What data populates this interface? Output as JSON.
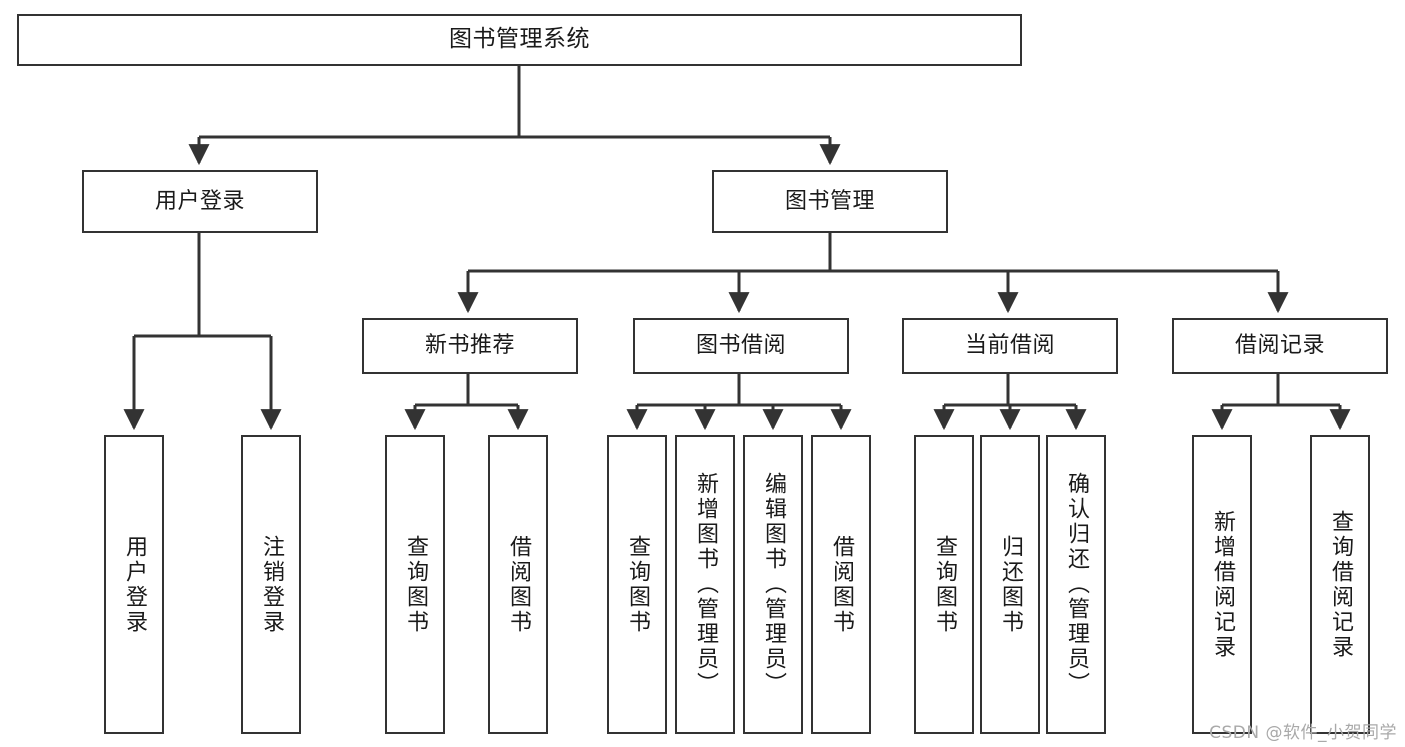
{
  "diagram": {
    "title": "图书管理系统",
    "type": "functional-structure-tree",
    "watermark": "CSDN @软件_小贺同学",
    "colors": {
      "stroke": "#333333",
      "fill": "#ffffff",
      "text": "#1a1a1a",
      "watermark": "#a9a9a9"
    },
    "root": {
      "label": "图书管理系统"
    },
    "level2": [
      {
        "label": "用户登录"
      },
      {
        "label": "图书管理"
      }
    ],
    "level3": [
      {
        "label": "新书推荐"
      },
      {
        "label": "图书借阅"
      },
      {
        "label": "当前借阅"
      },
      {
        "label": "借阅记录"
      }
    ],
    "leaves": {
      "user_login": [
        {
          "label": "用户登录"
        },
        {
          "label": "注销登录"
        }
      ],
      "new_book_recommend": [
        {
          "label": "查询图书"
        },
        {
          "label": "借阅图书"
        }
      ],
      "book_borrow": [
        {
          "label": "查询图书"
        },
        {
          "label": "新增图书（管理员）"
        },
        {
          "label": "编辑图书（管理员）"
        },
        {
          "label": "借阅图书"
        }
      ],
      "current_borrow": [
        {
          "label": "查询图书"
        },
        {
          "label": "归还图书"
        },
        {
          "label": "确认归还（管理员）"
        }
      ],
      "borrow_record": [
        {
          "label": "新增借阅记录"
        },
        {
          "label": "查询借阅记录"
        }
      ]
    }
  }
}
